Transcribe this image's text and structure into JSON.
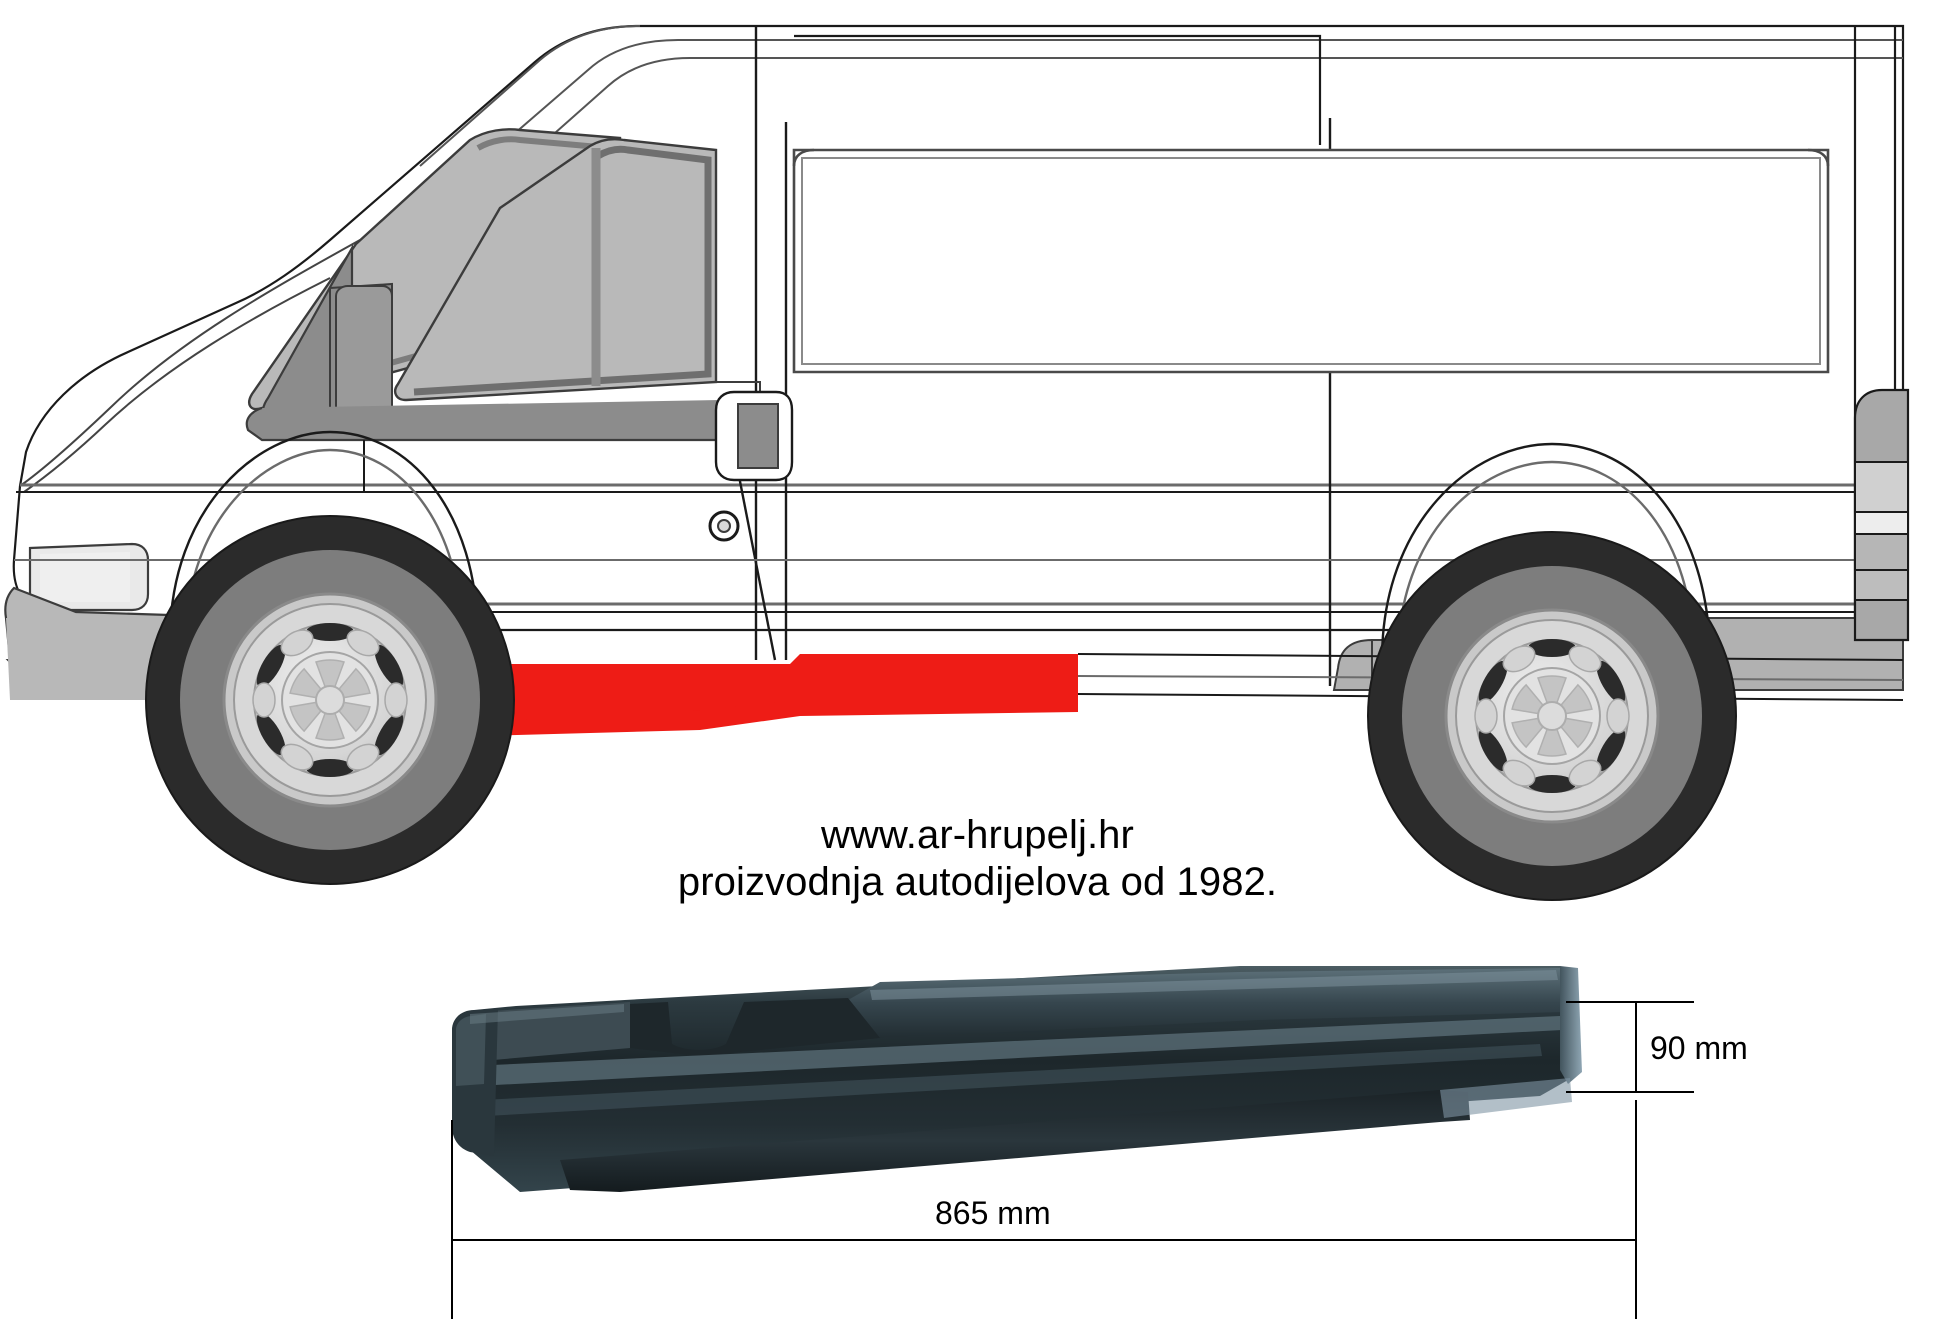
{
  "page": {
    "kind": "automotive-part-diagram",
    "background_color": "#ffffff"
  },
  "vehicle_illustration": {
    "name": "ford-transit-van-side-view",
    "highlight_color": "#ee1c16",
    "highlight_part": "front-door-sill-rocker-panel-left",
    "body_outline_color": "#1a1a1a",
    "glass_color": "#c9c9c9",
    "trim_color": "#8c8c8c",
    "tire_color": "#2b2b2b",
    "wheel_face_color": "#d8d8d8",
    "bumper_color": "#b5b5b5",
    "parts": [
      "roof",
      "windshield",
      "front-door-window",
      "sliding-door-window",
      "cargo-window",
      "front-wheel",
      "rear-wheel",
      "front-bumper",
      "headlight",
      "mirror",
      "door-handle",
      "door-lock",
      "tail-light",
      "sill-highlight"
    ]
  },
  "branding": {
    "line1": "www.ar-hrupelj.hr",
    "line2": "proizvodnja autodijelova od 1982."
  },
  "product_photo": {
    "name": "sill-repair-panel-photo",
    "description": "Ford Transit front sill / rocker repair panel, dark painted steel",
    "finish_color": "#222b30"
  },
  "dimensions": {
    "height_label": "90 mm",
    "length_label": "865 mm",
    "line_color": "#000000"
  }
}
